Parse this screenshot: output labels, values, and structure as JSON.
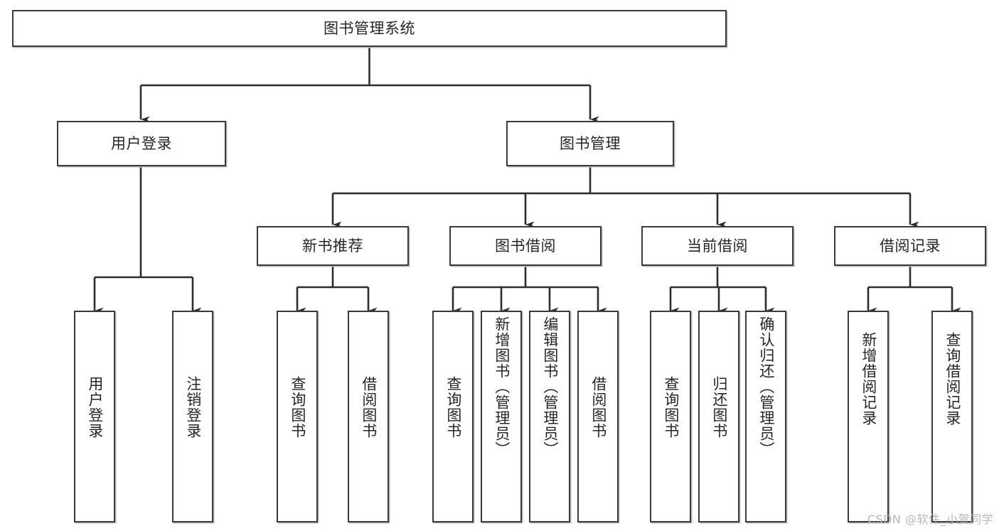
{
  "diagram": {
    "title": "图书管理系统",
    "type": "tree-hierarchy-diagram",
    "colors": {
      "box_border": "#3a3a3a",
      "box_fill": "#ffffff",
      "edge": "#262626",
      "text": "#262626",
      "watermark": "#b7b7b7",
      "background": "#ffffff"
    },
    "nodes": {
      "root": {
        "label": "图书管理系统"
      },
      "level2": [
        {
          "id": "user-login",
          "label": "用户登录"
        },
        {
          "id": "book-manage",
          "label": "图书管理"
        }
      ],
      "level3": [
        {
          "id": "new-book-recommend",
          "label": "新书推荐"
        },
        {
          "id": "book-borrow",
          "label": "图书借阅"
        },
        {
          "id": "current-borrow",
          "label": "当前借阅"
        },
        {
          "id": "borrow-record",
          "label": "借阅记录"
        }
      ],
      "leaves": {
        "user-login": [
          {
            "id": "leaf-user-login",
            "label": "用户登录"
          },
          {
            "id": "leaf-user-logout",
            "label": "注销登录"
          }
        ],
        "new-book-recommend": [
          {
            "id": "leaf-query-book-1",
            "label": "查询图书"
          },
          {
            "id": "leaf-borrow-book-1",
            "label": "借阅图书"
          }
        ],
        "book-borrow": [
          {
            "id": "leaf-query-book-2",
            "label": "查询图书"
          },
          {
            "id": "leaf-add-book",
            "label": "新增图书（管理员）"
          },
          {
            "id": "leaf-edit-book",
            "label": "编辑图书（管理员）"
          },
          {
            "id": "leaf-borrow-book-2",
            "label": "借阅图书"
          }
        ],
        "current-borrow": [
          {
            "id": "leaf-query-book-3",
            "label": "查询图书"
          },
          {
            "id": "leaf-return-book",
            "label": "归还图书"
          },
          {
            "id": "leaf-confirm-return",
            "label": "确认归还（管理员）"
          }
        ],
        "borrow-record": [
          {
            "id": "leaf-add-record",
            "label": "新增借阅记录"
          },
          {
            "id": "leaf-query-record",
            "label": "查询借阅记录"
          }
        ]
      }
    },
    "watermark": "CSDN @软件_小贺同学"
  }
}
